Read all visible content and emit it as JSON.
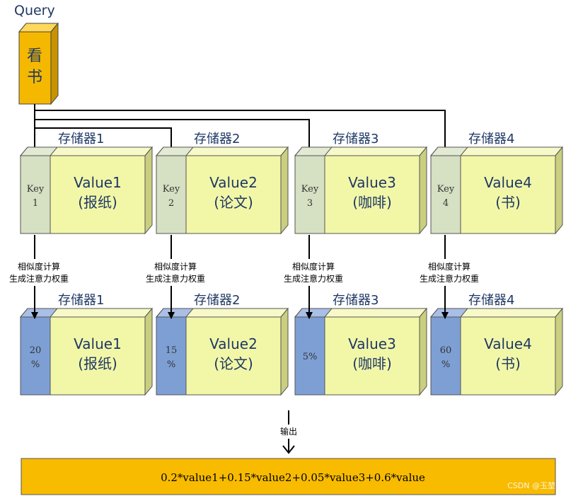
{
  "query": {
    "label": "Query",
    "text": "看书"
  },
  "similarity_label_line1": "相似度计算",
  "similarity_label_line2": "生成注意力权重",
  "output_arrow_label": "输出",
  "output_formula": "0.2*value1+0.15*value2+0.05*value3+0.6*value",
  "watermark": "CSDN @玉堃",
  "memories": [
    {
      "name": "存储器1",
      "key_line1": "Key",
      "key_line2": "1",
      "value_line1": "Value1",
      "value_line2": "(报纸)",
      "weight_line1": "20",
      "weight_line2": "%"
    },
    {
      "name": "存储器2",
      "key_line1": "Key",
      "key_line2": "2",
      "value_line1": "Value2",
      "value_line2": "(论文)",
      "weight_line1": "15",
      "weight_line2": "%"
    },
    {
      "name": "存储器3",
      "key_line1": "Key",
      "key_line2": "3",
      "value_line1": "Value3",
      "value_line2": "(咖啡)",
      "weight_line1": "5%",
      "weight_line2": ""
    },
    {
      "name": "存储器4",
      "key_line1": "Key",
      "key_line2": "4",
      "value_line1": "Value4",
      "value_line2": "(书)",
      "weight_line1": "60",
      "weight_line2": "%"
    }
  ],
  "colors": {
    "query_fill": "#F5B800",
    "key_fill": "#D6E0C2",
    "value_fill": "#F2F7A8",
    "weight_fill": "#7E9FD4",
    "output_fill": "#F8BB00",
    "title_text": "#1F3864",
    "box_text": "#1F3864"
  }
}
